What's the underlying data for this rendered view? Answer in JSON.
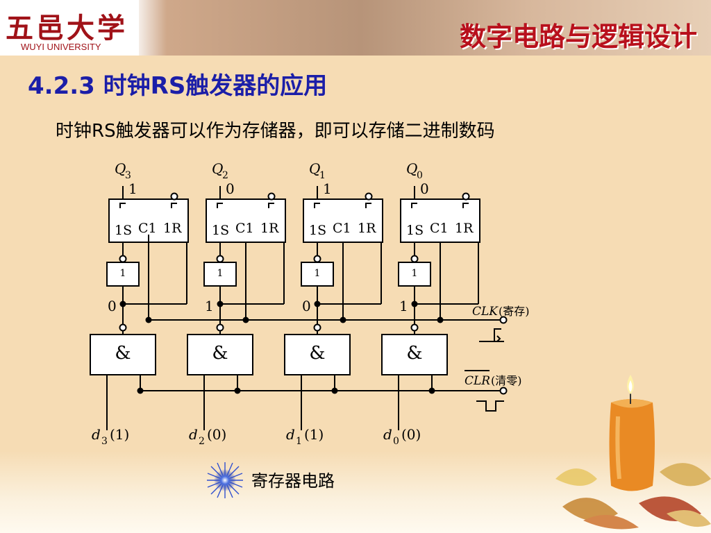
{
  "header": {
    "logo_cn": "五邑大学",
    "logo_en": "WUYI UNIVERSITY",
    "course_title": "数字电路与逻辑设计"
  },
  "section_title": "4.2.3 时钟RS触发器的应用",
  "description": "时钟RS触发器可以作为存储器，即可以存储二进制数码",
  "caption": "寄存器电路",
  "circuit": {
    "flipflops": [
      {
        "output": "Q",
        "sub": "3",
        "out_value": "1",
        "in_value": "0",
        "data_in": "d",
        "data_sub": "3",
        "data_value": "(1)"
      },
      {
        "output": "Q",
        "sub": "2",
        "out_value": "0",
        "in_value": "1",
        "data_in": "d",
        "data_sub": "2",
        "data_value": "(0)"
      },
      {
        "output": "Q",
        "sub": "1",
        "out_value": "1",
        "in_value": "0",
        "data_in": "d",
        "data_sub": "1",
        "data_value": "(1)"
      },
      {
        "output": "Q",
        "sub": "0",
        "out_value": "0",
        "in_value": "1",
        "data_in": "d",
        "data_sub": "0",
        "data_value": "(0)"
      }
    ],
    "ff_labels": {
      "s": "1S",
      "c": "C1",
      "r": "1R"
    },
    "inverter_label": "1",
    "and_label": "&",
    "clk_label": "CLK",
    "clk_note": "(寄存)",
    "clr_label": "CLR",
    "clr_note": "(清零)"
  },
  "icons": [
    "star-burst-icon",
    "candle-icon"
  ]
}
